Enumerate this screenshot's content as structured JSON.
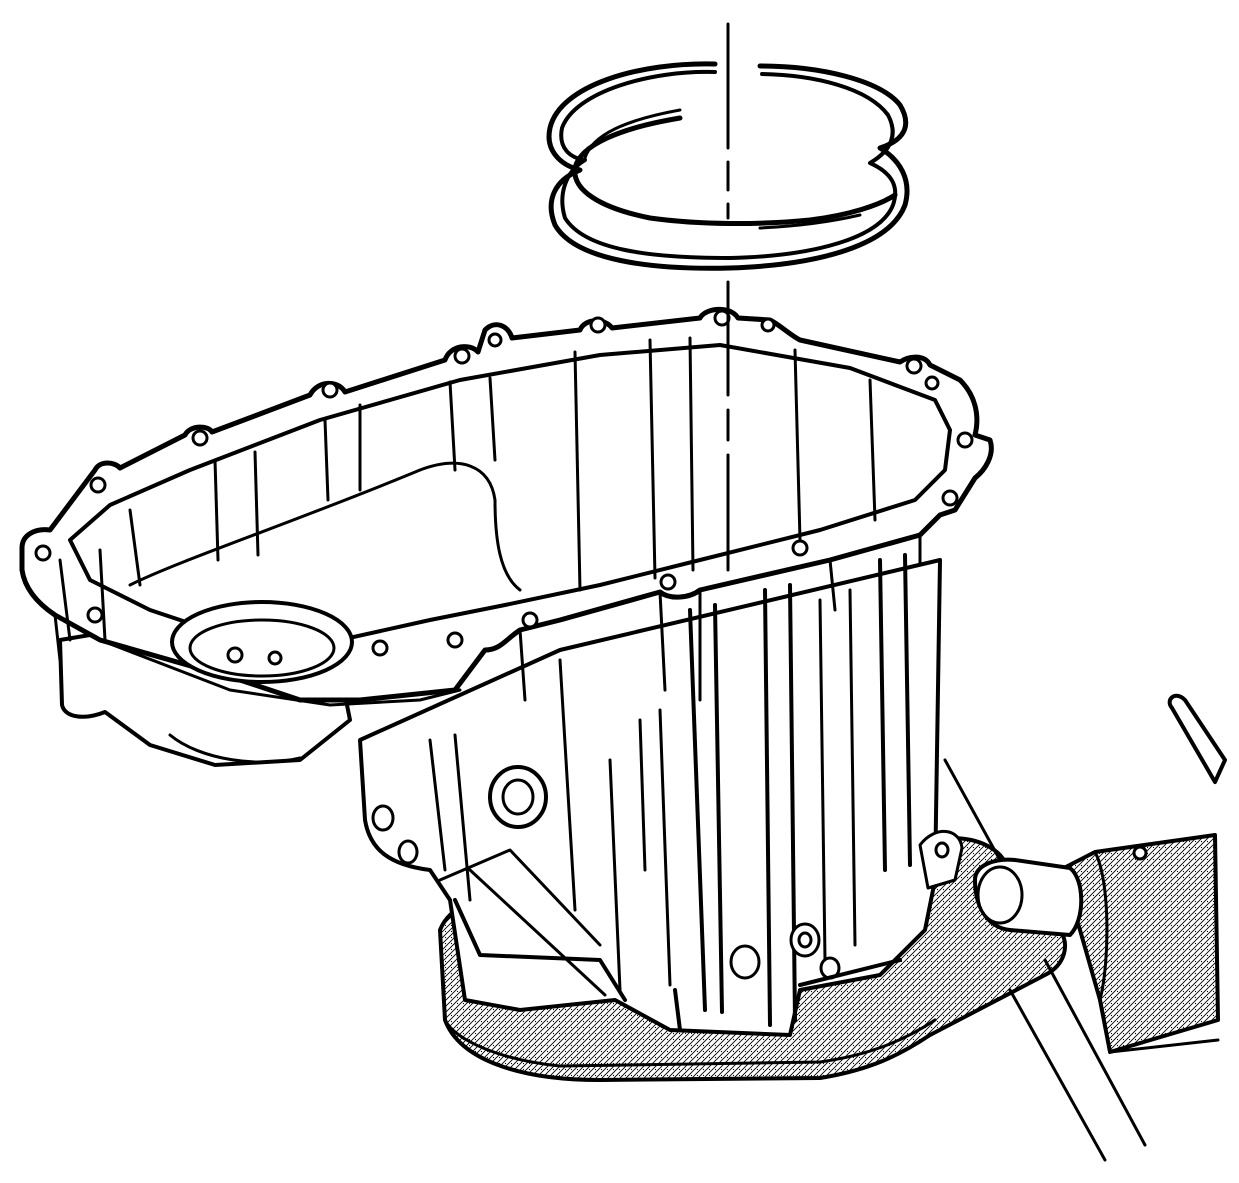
{
  "figure": {
    "kind": "exploded-view line drawing",
    "palette": {
      "line": "#000000",
      "background": "#ffffff",
      "hatch": "#000000"
    },
    "parts": [
      {
        "id": "snap-ring",
        "icon": "snap-ring-icon"
      },
      {
        "id": "transmission-case",
        "icon": "case-housing-icon"
      },
      {
        "id": "holding-fixture",
        "icon": "fixture-plate-icon"
      }
    ]
  }
}
